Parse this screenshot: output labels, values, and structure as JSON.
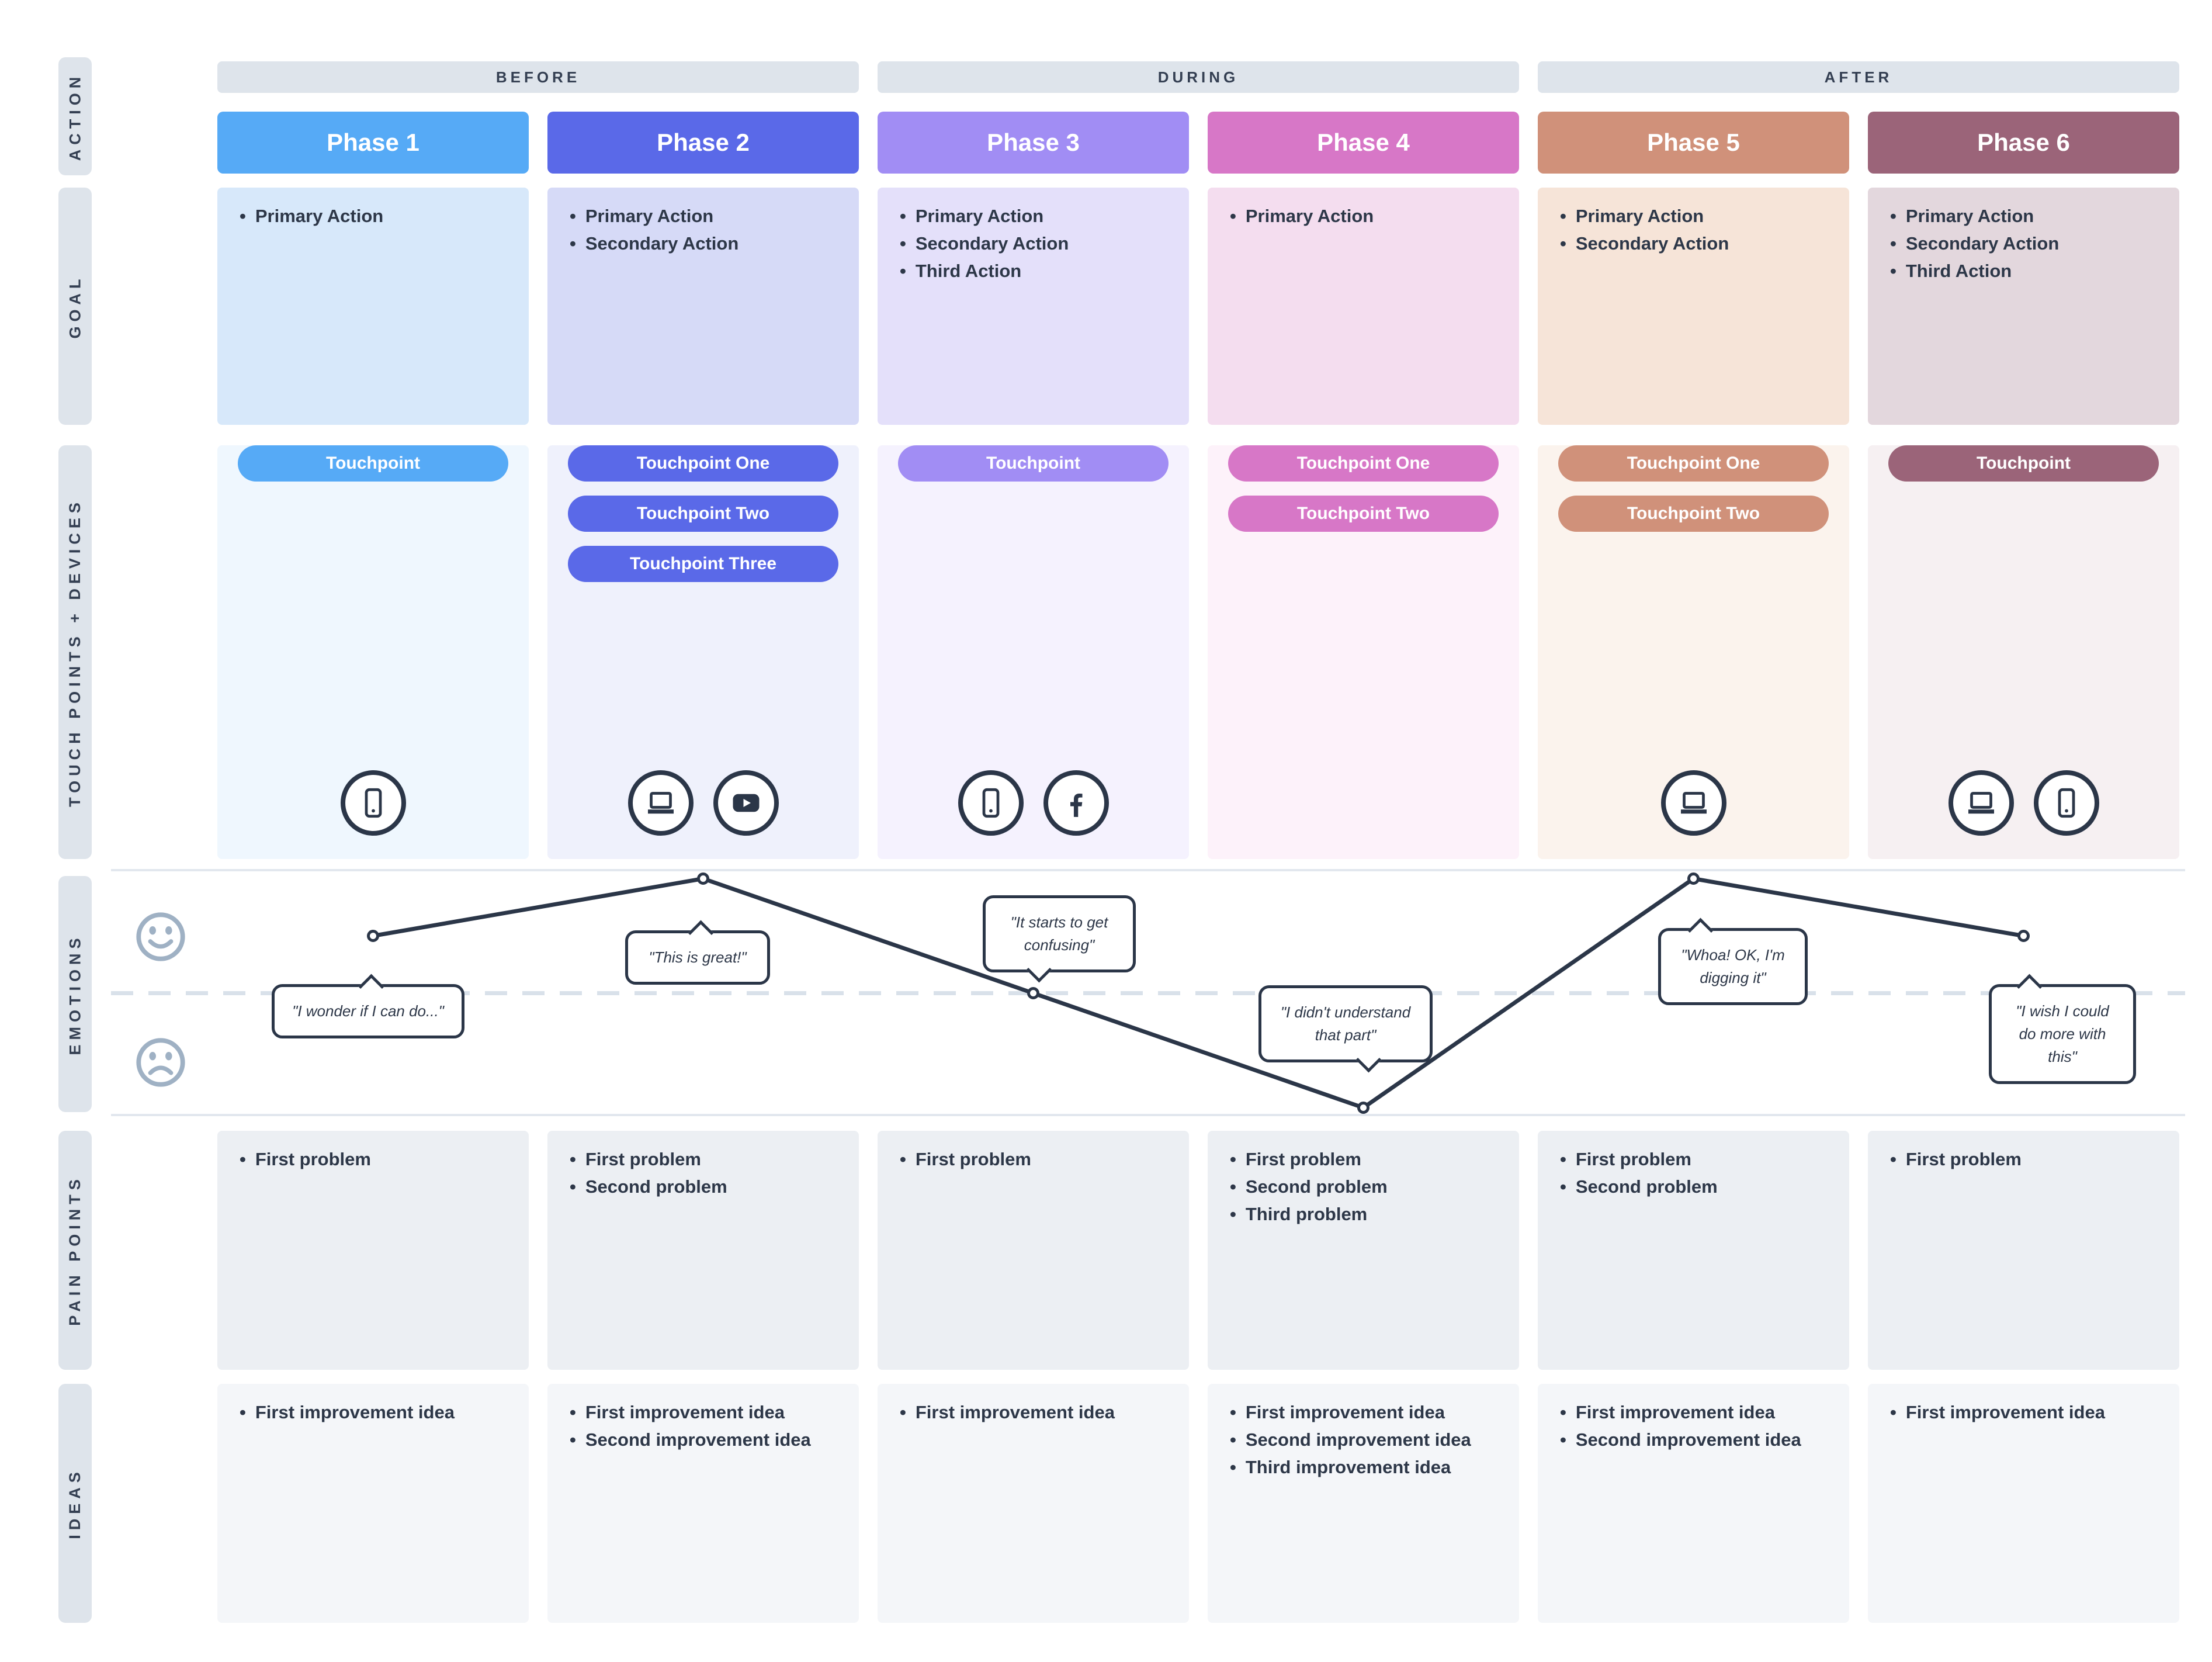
{
  "rails": {
    "action": "ACTION",
    "goal": "GOAL",
    "touchpoints": "TOUCH POINTS + DEVICES",
    "emotions": "EMOTIONS",
    "pain_points": "PAIN POINTS",
    "ideas": "IDEAS"
  },
  "stages": [
    {
      "label": "BEFORE"
    },
    {
      "label": "DURING"
    },
    {
      "label": "AFTER"
    }
  ],
  "phases": [
    {
      "name": "Phase 1",
      "accent": "#56aaf6",
      "goal_bg": "#d7e8fa",
      "touch_bg": "#eff7fe",
      "goals": [
        "Primary Action"
      ],
      "touchpoints": [
        "Touchpoint"
      ],
      "devices": [
        "smartphone"
      ],
      "pain_points": [
        "First problem"
      ],
      "ideas": [
        "First improvement idea"
      ]
    },
    {
      "name": "Phase 2",
      "accent": "#5a69e8",
      "goal_bg": "#d6daf7",
      "touch_bg": "#eff1fc",
      "goals": [
        "Primary Action",
        "Secondary Action"
      ],
      "touchpoints": [
        "Touchpoint One",
        "Touchpoint Two",
        "Touchpoint Three"
      ],
      "devices": [
        "laptop",
        "youtube"
      ],
      "pain_points": [
        "First problem",
        "Second problem"
      ],
      "ideas": [
        "First improvement idea",
        "Second improvement idea"
      ]
    },
    {
      "name": "Phase 3",
      "accent": "#a18df4",
      "goal_bg": "#e4e0fa",
      "touch_bg": "#f5f2fe",
      "goals": [
        "Primary Action",
        "Secondary Action",
        "Third Action"
      ],
      "touchpoints": [
        "Touchpoint"
      ],
      "devices": [
        "smartphone",
        "facebook"
      ],
      "pain_points": [
        "First problem"
      ],
      "ideas": [
        "First improvement idea"
      ]
    },
    {
      "name": "Phase 4",
      "accent": "#d777c7",
      "goal_bg": "#f4ddef",
      "touch_bg": "#fdf2fa",
      "goals": [
        "Primary Action"
      ],
      "touchpoints": [
        "Touchpoint One",
        "Touchpoint Two"
      ],
      "devices": [],
      "pain_points": [
        "First problem",
        "Second problem",
        "Third problem"
      ],
      "ideas": [
        "First improvement idea",
        "Second improvement idea",
        "Third improvement idea"
      ]
    },
    {
      "name": "Phase 5",
      "accent": "#d0917a",
      "goal_bg": "#f6e4d8",
      "touch_bg": "#fbf3ed",
      "goals": [
        "Primary Action",
        "Secondary Action"
      ],
      "touchpoints": [
        "Touchpoint One",
        "Touchpoint Two"
      ],
      "devices": [
        "laptop"
      ],
      "pain_points": [
        "First problem",
        "Second problem"
      ],
      "ideas": [
        "First improvement idea",
        "Second improvement idea"
      ]
    },
    {
      "name": "Phase 6",
      "accent": "#9b6479",
      "goal_bg": "#e3d7dd",
      "touch_bg": "#f6f0f2",
      "goals": [
        "Primary Action",
        "Secondary Action",
        "Third Action"
      ],
      "touchpoints": [
        "Touchpoint"
      ],
      "devices": [
        "laptop",
        "smartphone"
      ],
      "pain_points": [
        "First problem"
      ],
      "ideas": [
        "First improvement idea"
      ]
    }
  ],
  "emotions": {
    "values": [
      0.5,
      1,
      0,
      -1,
      1,
      0.5
    ],
    "quotes": [
      {
        "text": "\"I wonder if I can do...\""
      },
      {
        "text": "\"This is great!\""
      },
      {
        "text": "\"It starts to get confusing\""
      },
      {
        "text": "\"I didn't understand that part\""
      },
      {
        "text": "\"Whoa! OK, I'm digging it\""
      },
      {
        "text": "\"I wish I could do more with this\""
      }
    ]
  },
  "chart_data": {
    "type": "line",
    "title": "Emotions",
    "x": [
      "Phase 1",
      "Phase 2",
      "Phase 3",
      "Phase 4",
      "Phase 5",
      "Phase 6"
    ],
    "series": [
      {
        "name": "emotion_level",
        "values": [
          0.5,
          1,
          0,
          -1,
          1,
          0.5
        ]
      }
    ],
    "ylim": [
      -1,
      1
    ],
    "legend": "none",
    "annotations": [
      "\"I wonder if I can do...\"",
      "\"This is great!\"",
      "\"It starts to get confusing\"",
      "\"I didn't understand that part\"",
      "\"Whoa! OK, I'm digging it\"",
      "\"I wish I could do more with this\""
    ]
  },
  "colors": {
    "ink": "#2d3748",
    "line": "#2b3648",
    "rail_bg": "#dee4eb",
    "stage_bg": "#dee4eb",
    "pain_bg": "#eceff3",
    "ideas_bg": "#f4f6f9",
    "smiley": "#9fb1c4",
    "midline": "#d9e1ea",
    "divider": "#e2e7ee"
  }
}
